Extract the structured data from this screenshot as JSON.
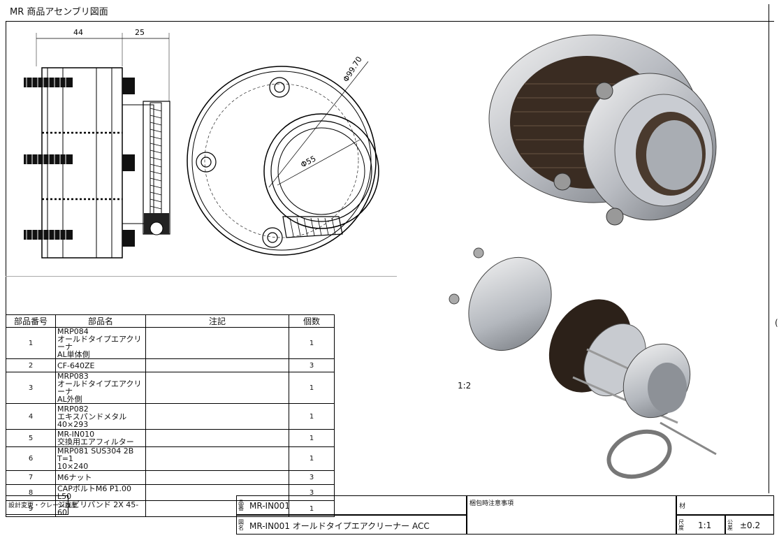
{
  "sheet": {
    "title": "MR 商品アセンブリ図面",
    "scale_note": "1:2",
    "stray_mark": "("
  },
  "dimensions": {
    "width_a": "44",
    "width_b": "25",
    "diameter_outer": "Φ99.70",
    "diameter_inner": "Φ55"
  },
  "bom": {
    "headers": [
      "部品番号",
      "部品名",
      "注記",
      "個数"
    ],
    "rows": [
      {
        "no": "1",
        "name": "MRP084\nオールドタイプエアクリーナ\nAL単体側",
        "note": "",
        "qty": "1"
      },
      {
        "no": "2",
        "name": "CF-640ZE",
        "note": "",
        "qty": "3"
      },
      {
        "no": "3",
        "name": "MRP083\nオールドタイプエアクリーナ\nAL外側",
        "note": "",
        "qty": "1"
      },
      {
        "no": "4",
        "name": "MRP082\nエキスパンドメタル\n40×293",
        "note": "",
        "qty": "1"
      },
      {
        "no": "5",
        "name": "MR-IN010\n交換用エアフィルター",
        "note": "",
        "qty": "1"
      },
      {
        "no": "6",
        "name": "MRP081 SUS304 2B T=1\n10×240",
        "note": "",
        "qty": "1"
      },
      {
        "no": "7",
        "name": "M6ナット",
        "note": "",
        "qty": "3"
      },
      {
        "no": "8",
        "name": "CAPボルトM6 P1.00 L50",
        "note": "",
        "qty": "3"
      },
      {
        "no": "9",
        "name": "ジュビリバンド 2X 45-60",
        "note": "",
        "qty": "1"
      }
    ]
  },
  "title_block": {
    "revision_label": "設計変更・クレーム履歴",
    "part_no_label": "品番",
    "part_no": "MR-IN001",
    "drawing_name_label": "図名",
    "drawing_name": "MR-IN001 オールドタイプエアクリーナー ACC",
    "packing_label": "梱包時注意事項",
    "material_label": "材",
    "scale_label": "尺度",
    "scale": "1:1",
    "tolerance_label": "公差",
    "tolerance": "±0.2"
  }
}
